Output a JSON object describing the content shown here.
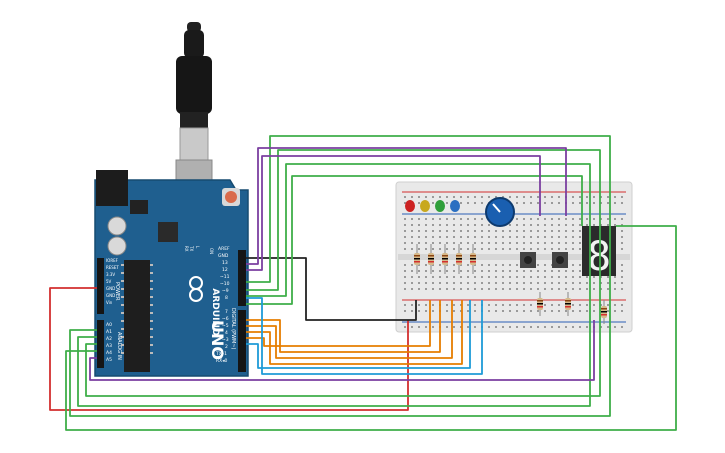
{
  "canvas": {
    "background": "#ffffff"
  },
  "arduino": {
    "brand": "ARDUINO",
    "model": "UNO",
    "board_color": "#1f5f8f",
    "header_labels": [
      "AREF",
      "GND",
      "13",
      "12",
      "~11",
      "~10",
      "~9",
      "8",
      "7",
      "~6",
      "~5",
      "4",
      "~3",
      "2",
      "TX▸1",
      "RX◂0"
    ],
    "digital_label": "DIGITAL (PWM~)",
    "power_labels": [
      "IOREF",
      "RESET",
      "3.3V",
      "5V",
      "GND",
      "GND",
      "Vin"
    ],
    "power_title": "POWER",
    "analog_labels": [
      "A0",
      "A1",
      "A2",
      "A3",
      "A4",
      "A5"
    ],
    "analog_title": "ANALOG IN",
    "small_labels": {
      "tx": "TX",
      "rx": "RX",
      "l": "L",
      "on": "ON"
    }
  },
  "breadboard": {
    "components": {
      "leds": [
        "#cc2222",
        "#c8a81e",
        "#2f9e3a",
        "#2a6fc1"
      ],
      "seven_segment_digit": "8",
      "potentiometer_color": "#1a5fb0"
    }
  },
  "wire_colors": {
    "red": "#d32f2f",
    "black": "#222222",
    "green": "#3fae49",
    "purple": "#7b3fa0",
    "orange": "#e67e00",
    "blue": "#1e9bd7"
  }
}
